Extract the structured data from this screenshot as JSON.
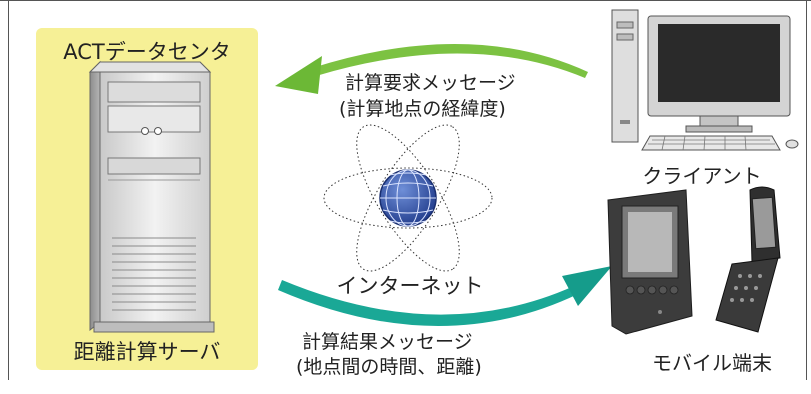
{
  "data_center": {
    "title": "ACTデータセンタ",
    "server_label": "距離計算サーバ"
  },
  "request_message": {
    "line1": "計算要求メッセージ",
    "line2": "(計算地点の経緯度)"
  },
  "internet_label": "インターネット",
  "result_message": {
    "line1": "計算結果メッセージ",
    "line2": "(地点間の時間、距離)"
  },
  "client_label": "クライアント",
  "mobile_label": "モバイル端末",
  "colors": {
    "panel": "#f6f096",
    "request_arrow": "#7cc242",
    "result_arrow": "#1aa896",
    "globe": "#2a48a0"
  }
}
